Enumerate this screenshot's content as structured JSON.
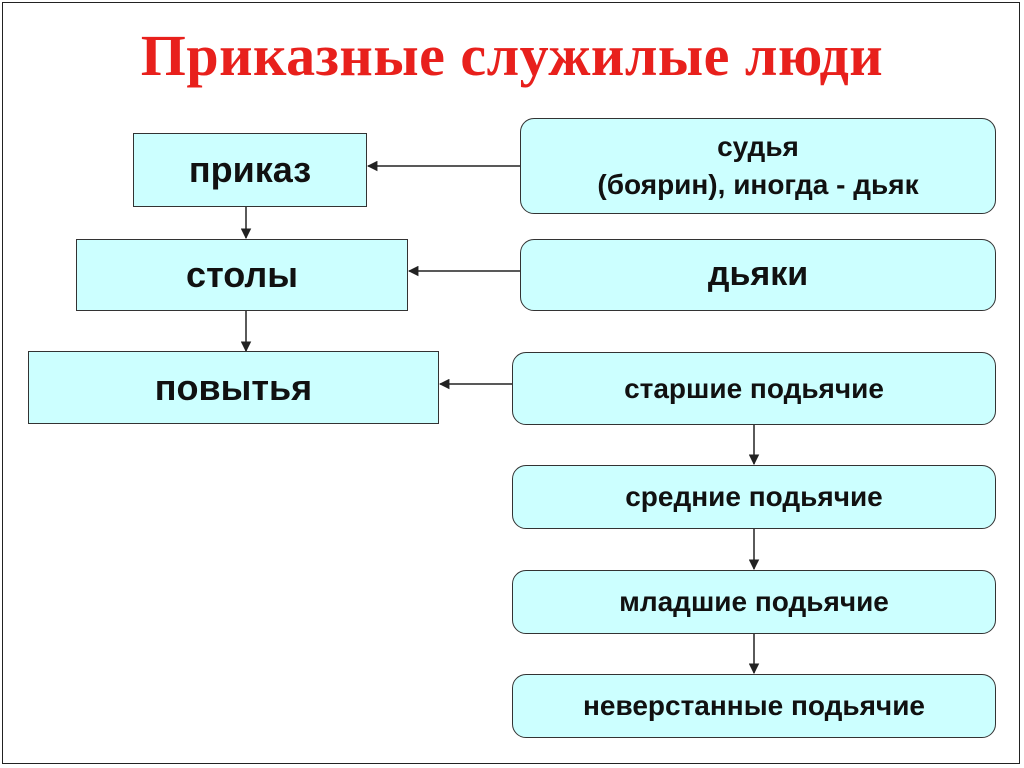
{
  "title": "Приказные служилые люди",
  "left": {
    "prikaz": "приказ",
    "stoly": "столы",
    "povytya": "повытья"
  },
  "right": {
    "sudya_line1": "судья",
    "sudya_line2": "(боярин), иногда - дьяк",
    "dyaki": "дьяки",
    "starshie": "старшие подьячие",
    "srednie": "средние подьячие",
    "mladshie": "младшие подьячие",
    "neverstannye": "неверстанные подьячие"
  }
}
